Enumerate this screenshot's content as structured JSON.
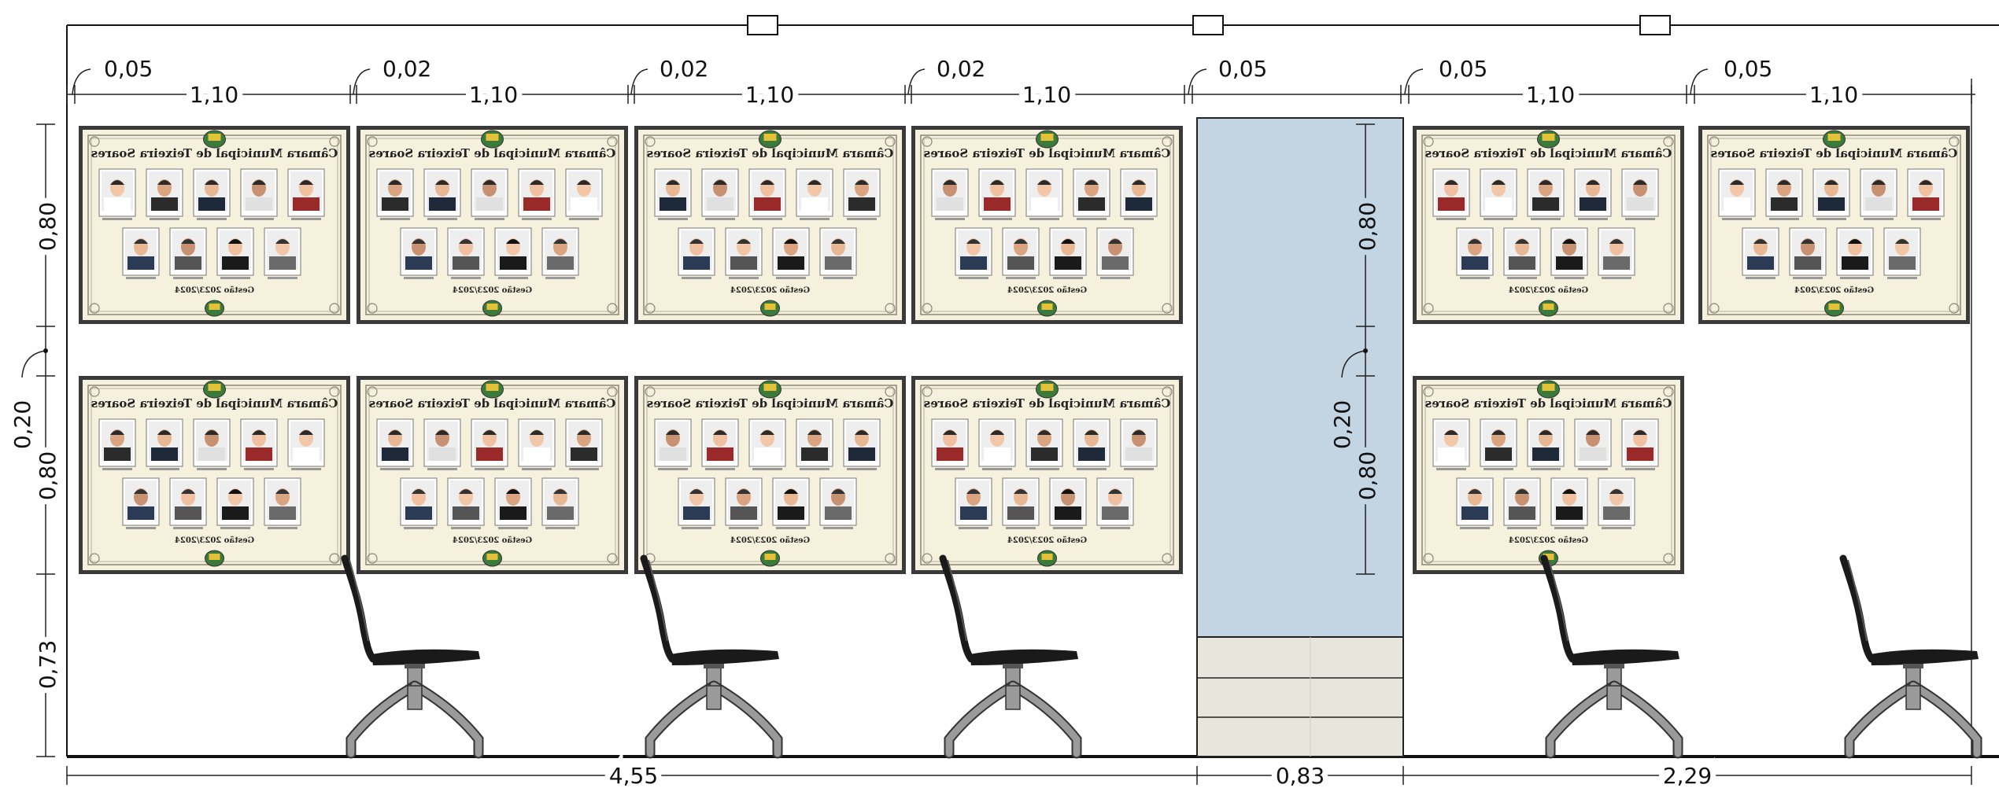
{
  "plaque": {
    "title": "Câmara Municipal de Teixeira Soares",
    "footer": "Gestão 2023/2024"
  },
  "dimensions": {
    "top_widths": [
      "1,10",
      "1,10",
      "1,10",
      "1,10",
      "1,10",
      "1,10"
    ],
    "top_gaps": [
      "0,05",
      "0,02",
      "0,02",
      "0,02",
      "0,05",
      "0,05",
      "0,05"
    ],
    "left_heights": [
      "0,80",
      "0,20",
      "0,80",
      "0,73"
    ],
    "door_heights": [
      "0,80",
      "0,20",
      "0,80"
    ],
    "bottom_widths": [
      "4,55",
      "0,83",
      "2,29"
    ]
  },
  "colors": {
    "glass": "#c3d4e2",
    "plaque_bg": "#f6f1dc",
    "plaque_frame": "#3a3a3a",
    "kick_panel": "#e8e6dc",
    "chair": "#1a1a1a",
    "chair_base": "#9a9a9a"
  }
}
